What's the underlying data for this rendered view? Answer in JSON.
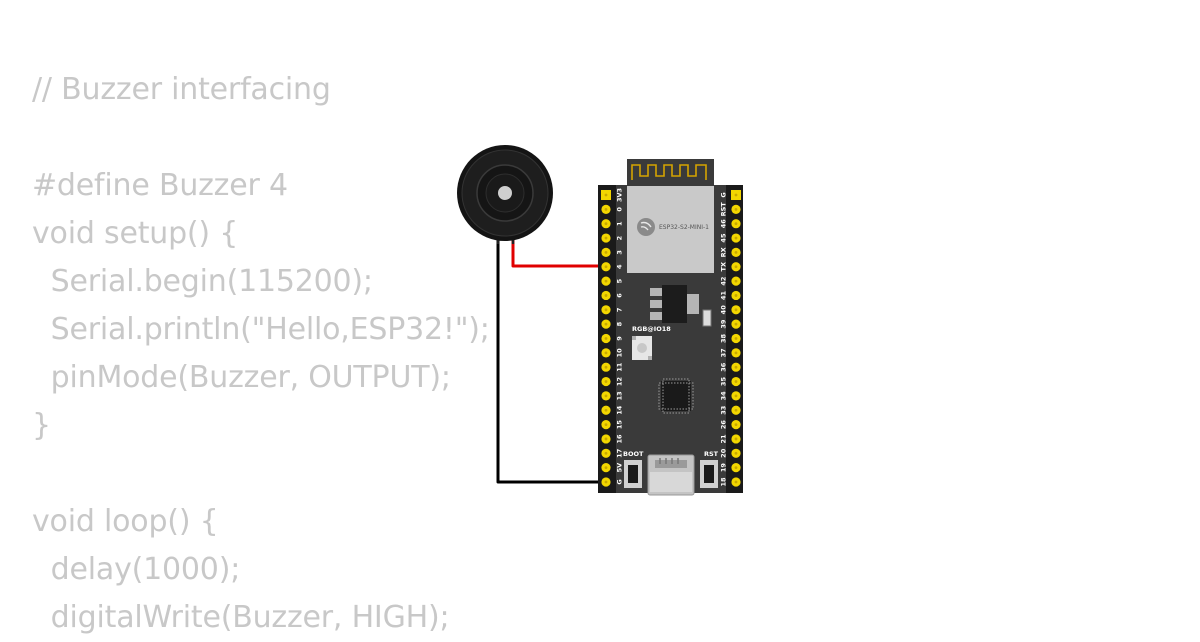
{
  "code": {
    "lines": [
      "// Buzzer interfacing",
      "",
      "#define Buzzer 4",
      "void setup() {",
      "  Serial.begin(115200);",
      "  Serial.println(\"Hello,ESP32!\");",
      "  pinMode(Buzzer, OUTPUT);",
      "}",
      "",
      "void loop() {",
      "  delay(1000);",
      "  digitalWrite(Buzzer, HIGH);"
    ]
  },
  "board": {
    "module_label": "ESP32-S2-MINI-1",
    "led_label": "RGB@IO18",
    "boot_label": "BOOT",
    "rst_label": "RST",
    "left_pins": [
      "3V3",
      "0",
      "1",
      "2",
      "3",
      "4",
      "5",
      "6",
      "7",
      "8",
      "9",
      "10",
      "11",
      "12",
      "13",
      "14",
      "15",
      "16",
      "17",
      "5V",
      "G"
    ],
    "right_pins": [
      "G",
      "RST",
      "46",
      "45",
      "RX",
      "TX",
      "42",
      "41",
      "40",
      "39",
      "38",
      "37",
      "36",
      "35",
      "34",
      "33",
      "26",
      "21",
      "20",
      "19",
      "18"
    ]
  },
  "colors": {
    "code_text": "#c8c8c8",
    "board": "#3a3a3a",
    "pin_header": "#1a1a1a",
    "pin_pad": "#f2d600",
    "wire_signal": "#e00000",
    "wire_ground": "#000000",
    "buzzer": "#1a1a1a"
  },
  "icons": [
    "espressif-logo-icon",
    "buzzer-icon",
    "usb-connector-icon"
  ]
}
